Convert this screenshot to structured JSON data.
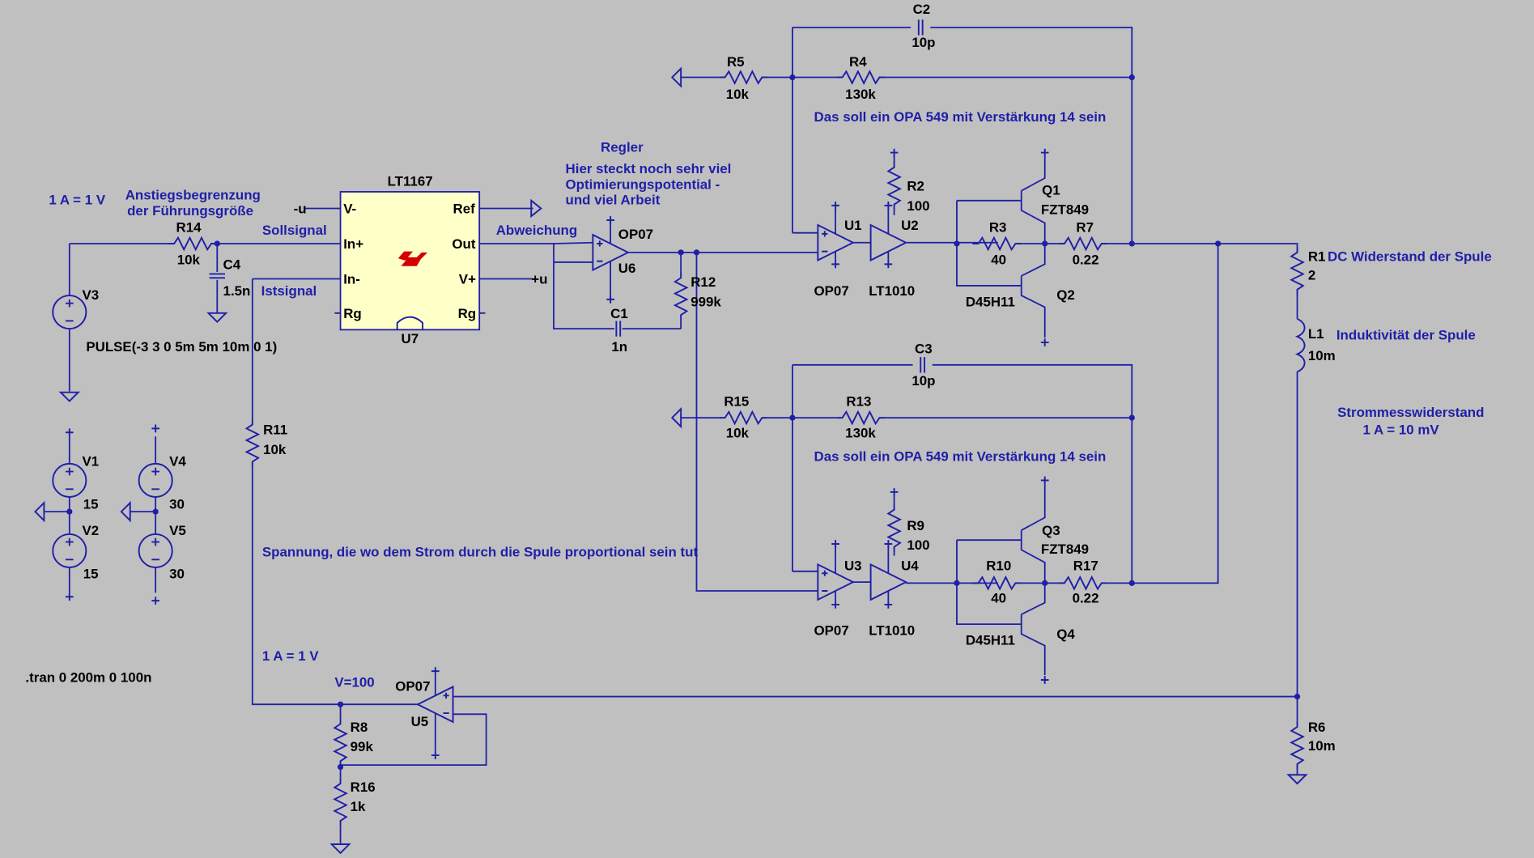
{
  "labels": {
    "c2_name": "C2",
    "c2_val": "10p",
    "r5_name": "R5",
    "r5_val": "10k",
    "r4_name": "R4",
    "r4_val": "130k",
    "note_opa_1": "Das soll ein OPA 549 mit Verstärkung 14 sein",
    "regler": "Regler",
    "regler_note_1": "Hier steckt noch sehr viel",
    "regler_note_2": "Optimierungspotential -",
    "regler_note_3": "und viel Arbeit",
    "lt1167": "LT1167",
    "one_a_1v_top": "1 A = 1 V",
    "anstieg_1": "Anstiegsbegrenzung",
    "anstieg_2": "der Führungsgröße",
    "minus_u": "-u",
    "pin_vminus": "V-",
    "pin_inplus": "In+",
    "pin_inminus": "In-",
    "pin_rg_l": "Rg",
    "pin_ref": "Ref",
    "pin_out": "Out",
    "pin_vplus": "V+",
    "pin_rg_r": "Rg",
    "u7": "U7",
    "r14_name": "R14",
    "r14_val": "10k",
    "c4_name": "C4",
    "c4_val": "1.5n",
    "sollsignal": "Sollsignal",
    "istsignal": "Istsignal",
    "abweichung": "Abweichung",
    "v3": "V3",
    "pulse": "PULSE(-3 3 0 5m 5m 10m 0 1)",
    "op07_u6": "OP07",
    "u6": "U6",
    "plus_u": "+u",
    "c1_name": "C1",
    "c1_val": "1n",
    "r12_name": "R12",
    "r12_val": "999k",
    "u1": "U1",
    "op07_u1": "OP07",
    "u2": "U2",
    "lt1010_u2": "LT1010",
    "r2_name": "R2",
    "r2_val": "100",
    "q1": "Q1",
    "fzt849_q1": "FZT849",
    "r3_name": "R3",
    "r3_val": "40",
    "r7_name": "R7",
    "r7_val": "0.22",
    "d45h11_q2": "D45H11",
    "q2": "Q2",
    "r1_name": "R1",
    "r1_val": "2",
    "r1_note": "DC Widerstand der Spule",
    "l1_name": "L1",
    "l1_val": "10m",
    "l1_note": "Induktivität der Spule",
    "shunt_1": "Strommesswiderstand",
    "shunt_2": "1 A = 10 mV",
    "c3_name": "C3",
    "c3_val": "10p",
    "r15_name": "R15",
    "r15_val": "10k",
    "r13_name": "R13",
    "r13_val": "130k",
    "note_opa_2": "Das soll ein OPA 549 mit Verstärkung 14 sein",
    "r11_name": "R11",
    "r11_val": "10k",
    "v1": "V1",
    "v1_val": "15",
    "v2": "V2",
    "v2_val": "15",
    "v4": "V4",
    "v4_val": "30",
    "v5": "V5",
    "v5_val": "30",
    "r9_name": "R9",
    "r9_val": "100",
    "q3": "Q3",
    "fzt849_q3": "FZT849",
    "u3": "U3",
    "u4": "U4",
    "r10_name": "R10",
    "r10_val": "40",
    "r17_name": "R17",
    "r17_val": "0.22",
    "op07_u3": "OP07",
    "lt1010_u4": "LT1010",
    "d45h11_q4": "D45H11",
    "q4": "Q4",
    "spannung_note": "Spannung, die wo dem Strom durch die Spule proportional sein tut",
    "one_a_1v_bottom": "1 A = 1 V",
    "v100": "V=100",
    "op07_u5": "OP07",
    "u5": "U5",
    "r8_name": "R8",
    "r8_val": "99k",
    "r16_name": "R16",
    "r16_val": "1k",
    "r6_name": "R6",
    "r6_val": "10m",
    "tran": ".tran 0 200m 0 100n"
  }
}
